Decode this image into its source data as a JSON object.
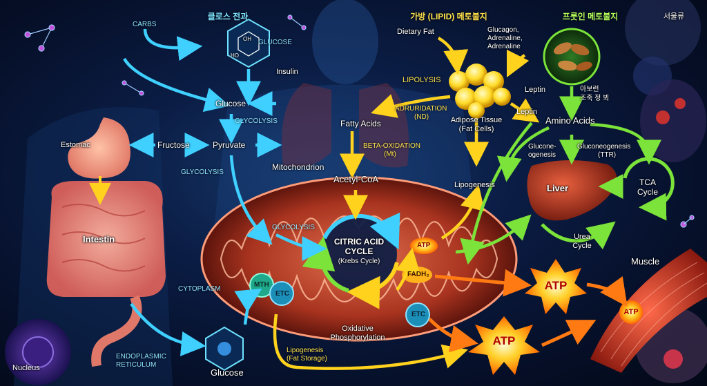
{
  "headers": {
    "glucose_transport": "클로스 전과",
    "lipid_metabolism": "가방 (LIPID) 메토불지",
    "protein_metabolism": "프룻인 메토불지",
    "corner_label": "서울류"
  },
  "carbs": {
    "carbs": "CARBS",
    "glucose_top": "GLUCOSE",
    "insulin": "Insulin",
    "glucose": "Glucose",
    "glycolysis_1": "GLYCOLYSIS",
    "fructose": "Fructose",
    "pyruvate": "Pyruvate",
    "glycolysis_2": "GLYCOLYSIS",
    "glycolysis_3": "GLYCOLYSIS",
    "molecule_oh": "OH",
    "molecule_ho": "HO"
  },
  "body": {
    "estomac": "Estomac",
    "intestin": "Intestin",
    "cytoplasm": "CYTOPLASM",
    "nucleus": "Nucleus",
    "er_line1": "ENDOPLASMIC",
    "er_line2": "RETICULUM",
    "glucose_bottom": "Glucose",
    "muscle": "Muscle"
  },
  "lipid": {
    "dietary_fat": "Dietary Fat",
    "hormones": [
      "Glucagon,",
      "Adrenaline,",
      "Adrenaline"
    ],
    "lipolysis": "LIPOLYSIS",
    "leptin_1": "Leptin",
    "leptin_2": "Leptin",
    "adruridation_1": "ADRURIDATION",
    "adruridation_2": "(ND)",
    "fatty_acids": "Fatty Acids",
    "adipose_1": "Adipose Tissue",
    "adipose_2": "(Fat Cells)",
    "beta_ox_1": "BETA-OXIDATION",
    "beta_ox_2": "(Mt)",
    "lipogenesis": "Lipogenesis",
    "acetyl_coa": "Acetyl-CoA",
    "lipogenesis_storage_1": "Lipogenesis",
    "lipogenesis_storage_2": "(Fat Storage)"
  },
  "mito": {
    "mitochondrion": "Mitochondrion",
    "citric_1": "CITRIC ACID",
    "citric_2": "CYCLE",
    "citric_3": "(Krebs Cycle)",
    "mth": "MTH",
    "etc": "ETC",
    "etc_2": "ETC",
    "fadh": "FADH₂",
    "atp_small": "ATP",
    "oxphos_1": "Oxidative",
    "oxphos_2": "Phosphorylation"
  },
  "protein": {
    "korean_1": "아보런",
    "korean_2": "조죽 정 뵈",
    "amino_acids": "Amino Acids",
    "gluconeo_1": "Glucone-",
    "gluconeo_2": "ogenesis",
    "gluconeo_ttr": "Gluconeogenesis",
    "gluconeo_ttr_2": "(TTR)",
    "liver": "Liver",
    "tca_1": "TCA",
    "tca_2": "Cycle",
    "urea_1": "Urea",
    "urea_2": "Cycle"
  },
  "atp": {
    "atp_mid": "ATP",
    "atp_bottom": "ATP",
    "atp_muscle": "ATP"
  },
  "colors": {
    "cyan": "#3fd0ff",
    "yellow": "#ffd21e",
    "green": "#7be33a",
    "orange": "#ff7a12",
    "mito_red": "#c2452e"
  }
}
